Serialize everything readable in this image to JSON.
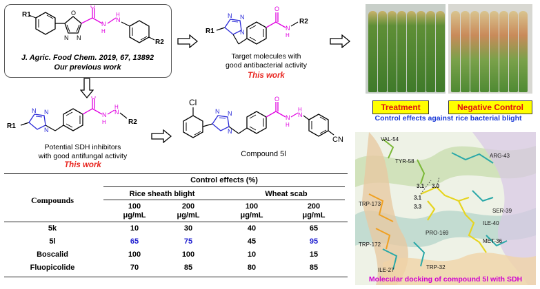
{
  "previous_work": {
    "citation_journal": "J. Agric. Food Chem.",
    "citation_rest": " 2019, 67, 13892",
    "caption": "Our previous work",
    "r1": "R1",
    "r2": "R2",
    "n": "N",
    "o": "O",
    "h": "H"
  },
  "target": {
    "caption_line1": "Target molecules with",
    "caption_line2": "good antibacterial activity",
    "this_work": "This work",
    "r1": "R1",
    "r2": "R2",
    "n": "N",
    "h": "H",
    "o": "O"
  },
  "potential": {
    "caption_line1": "Potential SDH inhibitors",
    "caption_line2": "with good antifungal activity",
    "this_work": "This work",
    "r1": "R1",
    "r2": "R2"
  },
  "compound": {
    "name": "Compound 5l",
    "cl": "Cl",
    "cn": "CN",
    "n": "N",
    "h": "H",
    "o": "O"
  },
  "table": {
    "header_main": "Control effects (%)",
    "col_compounds": "Compounds",
    "group1": "Rice sheath blight",
    "group2": "Wheat scab",
    "dose100": "100",
    "dose200": "200",
    "unit": "μg/mL",
    "rows": [
      {
        "name": "5k",
        "values": [
          "10",
          "30",
          "40",
          "65"
        ]
      },
      {
        "name": "5l",
        "values": [
          "65",
          "75",
          "45",
          "95"
        ]
      },
      {
        "name": "Boscalid",
        "values": [
          "100",
          "100",
          "10",
          "15"
        ]
      },
      {
        "name": "Fluopicolide",
        "values": [
          "70",
          "85",
          "80",
          "85"
        ]
      }
    ],
    "highlight_color": "#2020d0"
  },
  "photos": {
    "treatment_label": "Treatment",
    "negative_label": "Negative Control",
    "caption": "Control effects against rice bacterial blight"
  },
  "docking": {
    "caption": "Molecular docking of compound 5l with SDH",
    "residues": [
      "VAL-54",
      "ARG-43",
      "TYR-58",
      "TRP-173",
      "SER-39",
      "ILE-40",
      "PRO-169",
      "TRP-172",
      "MET-36",
      "ILE-27",
      "TRP-32"
    ],
    "distances": [
      "3.1",
      "3.0",
      "3.1",
      "3.3"
    ]
  },
  "colors": {
    "magenta": "#e000e0",
    "blue_n": "#2a2ad8",
    "red_text": "#e8251f",
    "caption_blue": "#1a3ad8",
    "caption_magenta": "#d000d0"
  }
}
